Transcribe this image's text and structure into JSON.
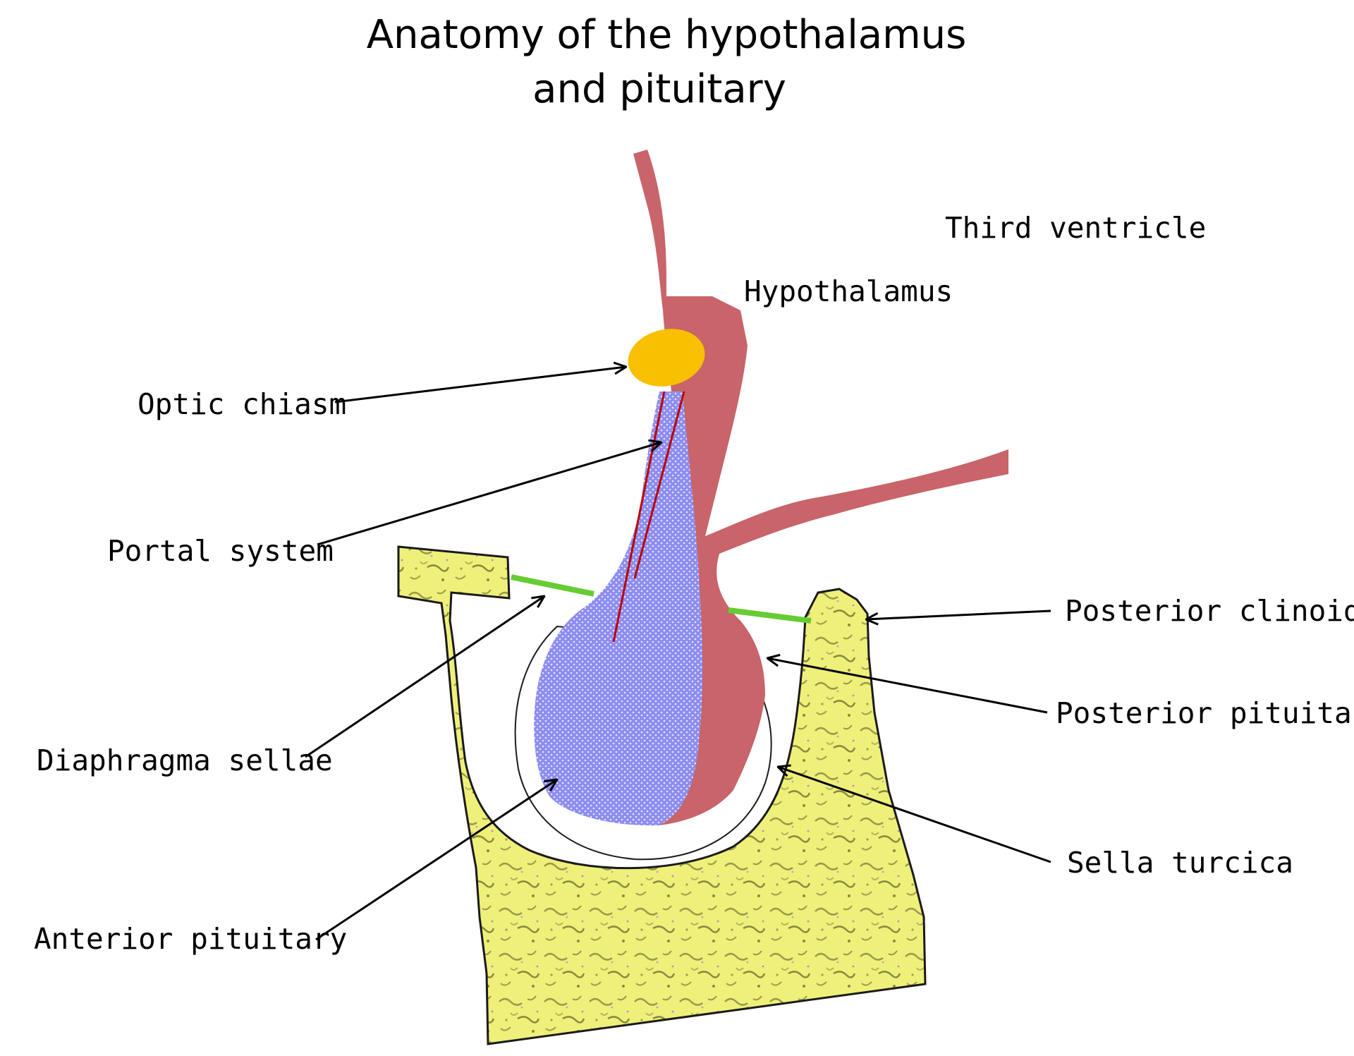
{
  "title": {
    "line1": "Anatomy of the hypothalamus",
    "line2": "and pituitary"
  },
  "labels": {
    "third_ventricle": "Third ventricle",
    "hypothalamus": "Hypothalamus",
    "optic_chiasm": "Optic chiasm",
    "portal_system": "Portal system",
    "posterior_clinoid": "Posterior clinoid",
    "posterior_pituitary": "Posterior pituitary",
    "diaphragma_sellae": "Diaphragma sellae",
    "sella_turcica": "Sella turcica",
    "anterior_pituitary": "Anterior pituitary"
  },
  "colors": {
    "hypothalamus": "#c8646a",
    "optic_chiasm": "#f8c000",
    "anterior_pituitary": "#8c8cf0",
    "bone": "#eef07a",
    "diaphragma_sellae": "#66cc33",
    "portal_vessels": "#c00000"
  }
}
